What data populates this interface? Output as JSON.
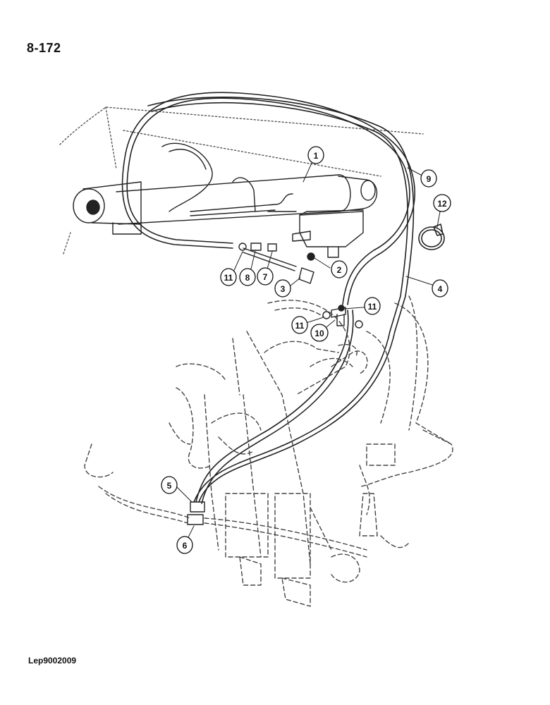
{
  "header": {
    "page_number": "8-172"
  },
  "footer": {
    "doc_ref": "Lep9002009"
  },
  "callouts": [
    {
      "id": "c1",
      "label": "1"
    },
    {
      "id": "c2",
      "label": "2"
    },
    {
      "id": "c3",
      "label": "3"
    },
    {
      "id": "c4",
      "label": "4"
    },
    {
      "id": "c5",
      "label": "5"
    },
    {
      "id": "c6",
      "label": "6"
    },
    {
      "id": "c7",
      "label": "7"
    },
    {
      "id": "c8",
      "label": "8"
    },
    {
      "id": "c9",
      "label": "9"
    },
    {
      "id": "c10",
      "label": "10"
    },
    {
      "id": "c11a",
      "label": "11"
    },
    {
      "id": "c11b",
      "label": "11"
    },
    {
      "id": "c11c",
      "label": "11"
    },
    {
      "id": "c12",
      "label": "12"
    }
  ]
}
